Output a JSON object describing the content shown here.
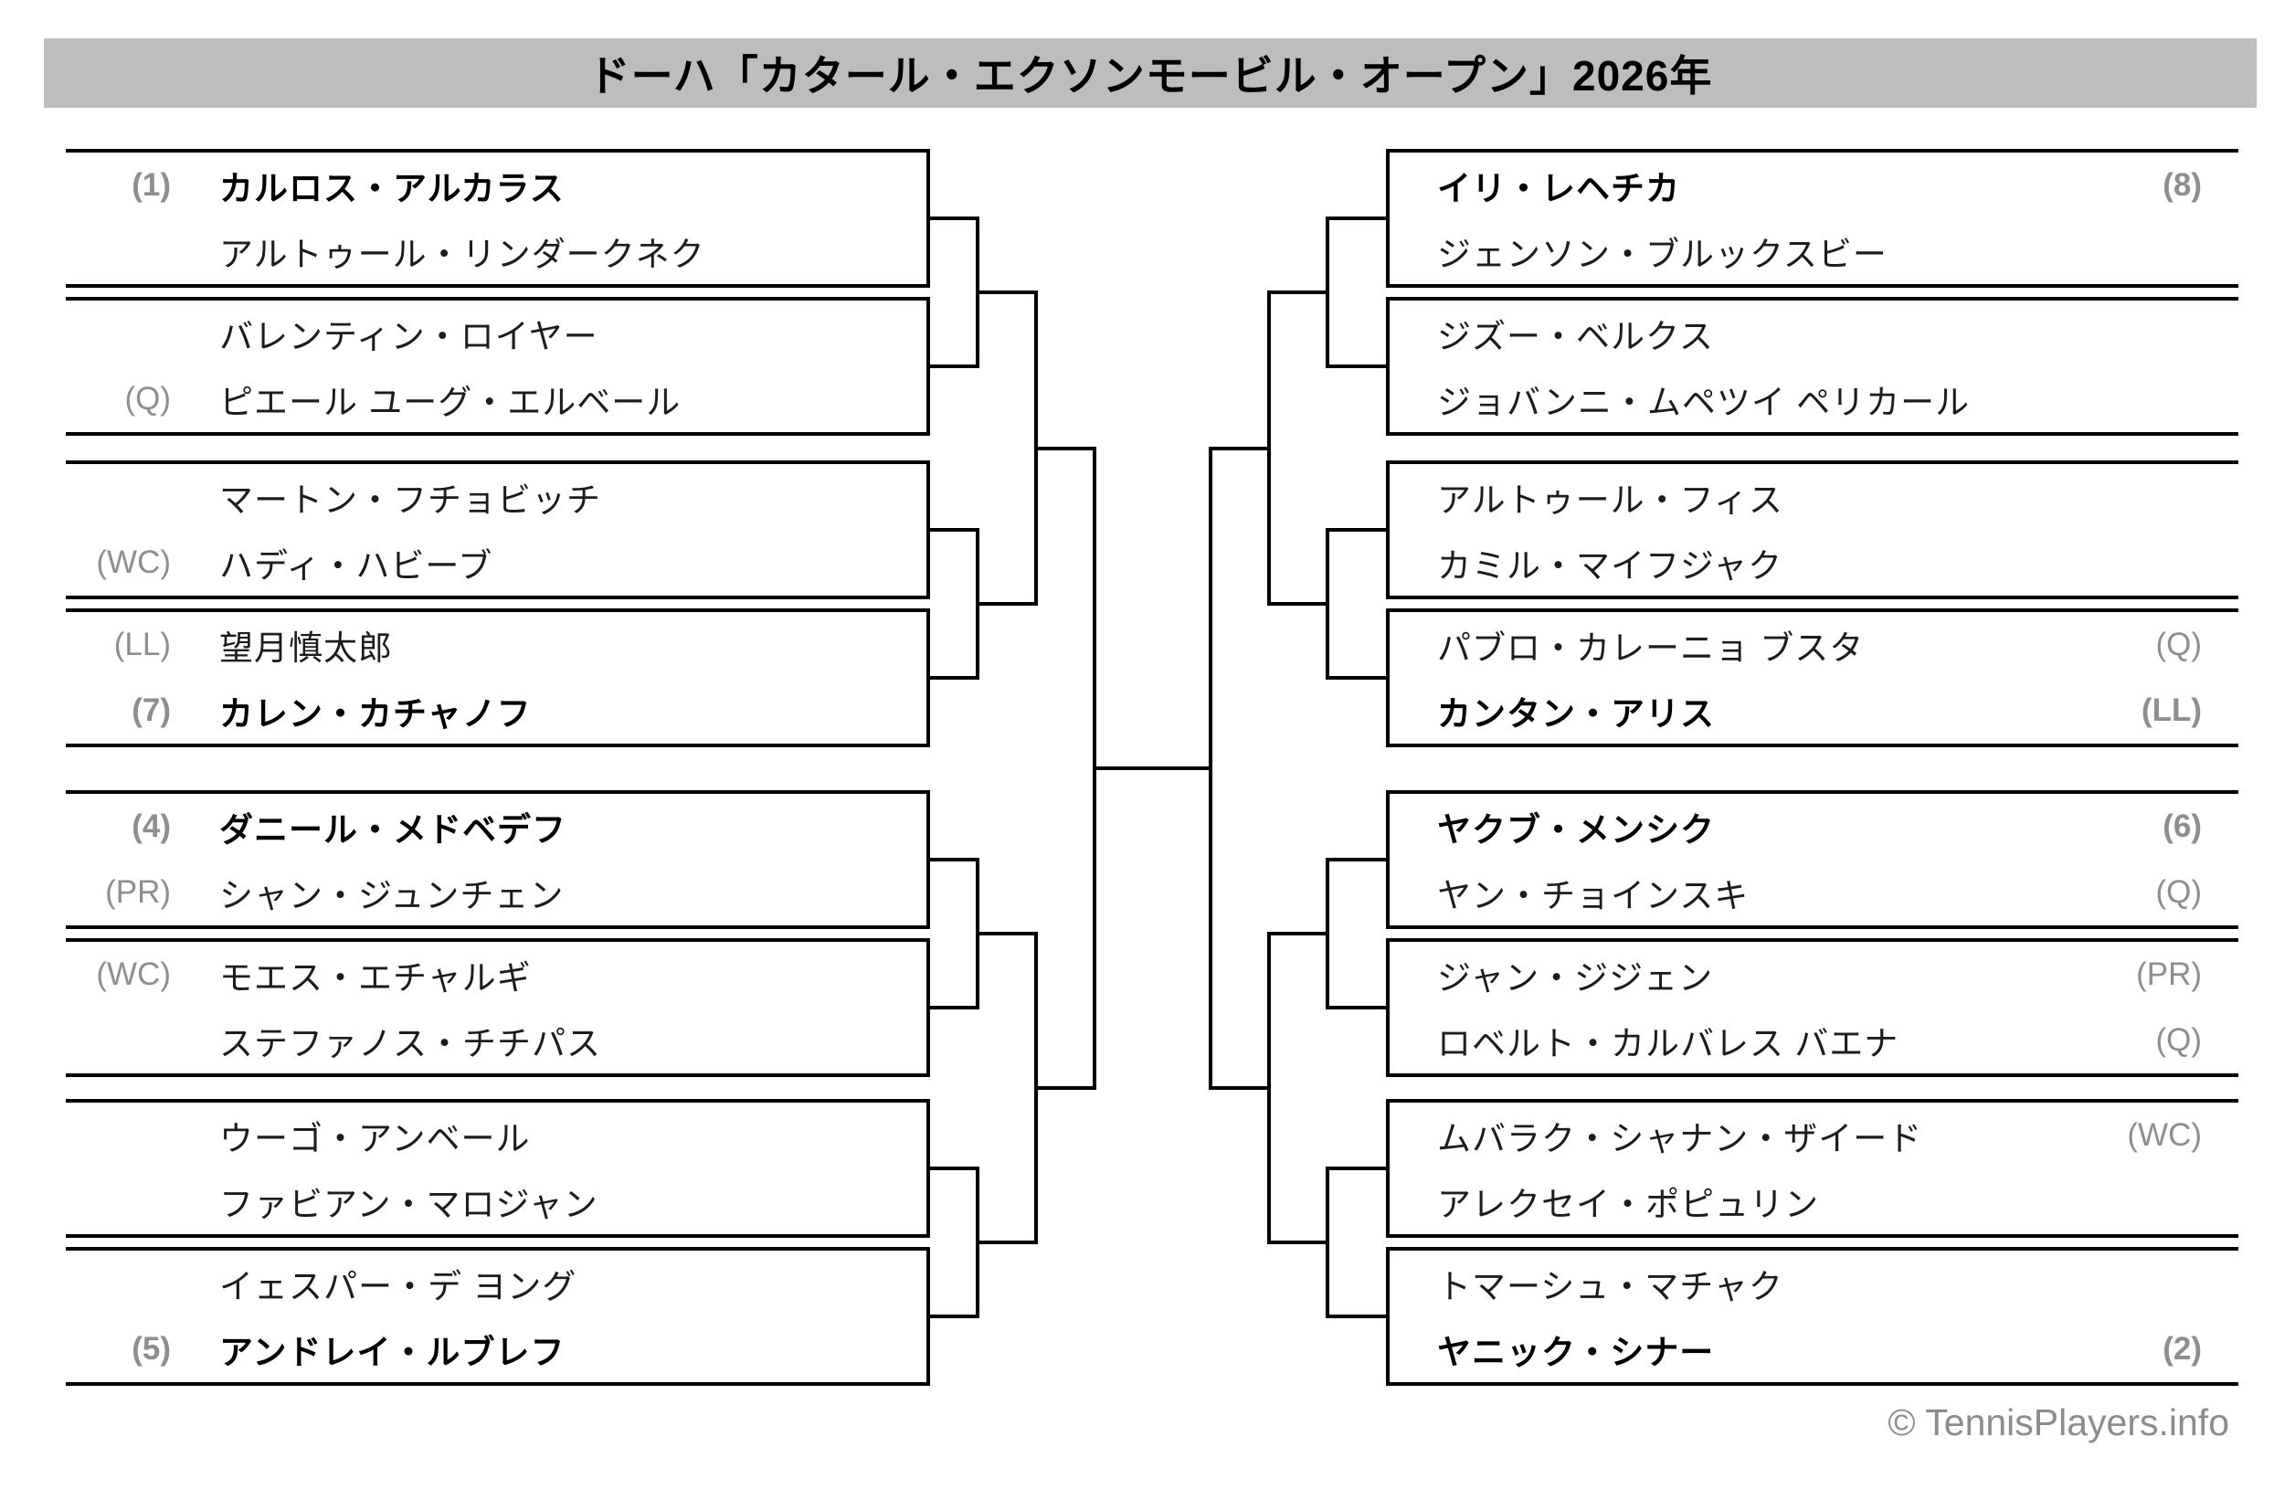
{
  "title": "ドーハ「カタール・エクソンモービル・オープン」2026年",
  "footer": "© TennisPlayers.info",
  "colors": {
    "title_band_bg": "#bdbdbd",
    "line_black": "#000000",
    "name_black": "#1c1c1c",
    "label_gray": "#8e8e8e",
    "footer_gray": "#8c8c8c",
    "background": "#ffffff"
  },
  "left_matches": [
    {
      "p1": {
        "label": "(1)",
        "name": "カルロス・アルカラス",
        "bold": true
      },
      "p2": {
        "label": "",
        "name": "アルトゥール・リンダークネク",
        "bold": false
      }
    },
    {
      "p1": {
        "label": "",
        "name": "バレンティン・ロイヤー",
        "bold": false
      },
      "p2": {
        "label": "(Q)",
        "name": "ピエール ユーグ・エルベール",
        "bold": false
      }
    },
    {
      "p1": {
        "label": "",
        "name": "マートン・フチョビッチ",
        "bold": false
      },
      "p2": {
        "label": "(WC)",
        "name": "ハディ・ハビーブ",
        "bold": false
      }
    },
    {
      "p1": {
        "label": "(LL)",
        "name": "望月慎太郎",
        "bold": false
      },
      "p2": {
        "label": "(7)",
        "name": "カレン・カチャノフ",
        "bold": true
      }
    },
    {
      "p1": {
        "label": "(4)",
        "name": "ダニール・メドベデフ",
        "bold": true
      },
      "p2": {
        "label": "(PR)",
        "name": "シャン・ジュンチェン",
        "bold": false
      }
    },
    {
      "p1": {
        "label": "(WC)",
        "name": "モエス・エチャルギ",
        "bold": false
      },
      "p2": {
        "label": "",
        "name": "ステファノス・チチパス",
        "bold": false
      }
    },
    {
      "p1": {
        "label": "",
        "name": "ウーゴ・アンベール",
        "bold": false
      },
      "p2": {
        "label": "",
        "name": "ファビアン・マロジャン",
        "bold": false
      }
    },
    {
      "p1": {
        "label": "",
        "name": "イェスパー・デ ヨング",
        "bold": false
      },
      "p2": {
        "label": "(5)",
        "name": "アンドレイ・ルブレフ",
        "bold": true
      }
    }
  ],
  "right_matches": [
    {
      "p1": {
        "label": "(8)",
        "name": "イリ・レヘチカ",
        "bold": true
      },
      "p2": {
        "label": "",
        "name": "ジェンソン・ブルックスビー",
        "bold": false
      }
    },
    {
      "p1": {
        "label": "",
        "name": "ジズー・ベルクス",
        "bold": false
      },
      "p2": {
        "label": "",
        "name": "ジョバンニ・ムペツイ ペリカール",
        "bold": false
      }
    },
    {
      "p1": {
        "label": "",
        "name": "アルトゥール・フィス",
        "bold": false
      },
      "p2": {
        "label": "",
        "name": "カミル・マイフジャク",
        "bold": false
      }
    },
    {
      "p1": {
        "label": "(Q)",
        "name": "パブロ・カレーニョ ブスタ",
        "bold": false
      },
      "p2": {
        "label": "(LL)",
        "name": "カンタン・アリス",
        "bold": true
      }
    },
    {
      "p1": {
        "label": "(6)",
        "name": "ヤクブ・メンシク",
        "bold": true
      },
      "p2": {
        "label": "(Q)",
        "name": "ヤン・チョインスキ",
        "bold": false
      }
    },
    {
      "p1": {
        "label": "(PR)",
        "name": "ジャン・ジジェン",
        "bold": false
      },
      "p2": {
        "label": "(Q)",
        "name": "ロベルト・カルバレス バエナ",
        "bold": false
      }
    },
    {
      "p1": {
        "label": "(WC)",
        "name": "ムバラク・シャナン・ザイード",
        "bold": false
      },
      "p2": {
        "label": "",
        "name": "アレクセイ・ポピュリン",
        "bold": false
      }
    },
    {
      "p1": {
        "label": "",
        "name": "トマーシュ・マチャク",
        "bold": false
      },
      "p2": {
        "label": "(2)",
        "name": "ヤニック・シナー",
        "bold": true
      }
    }
  ]
}
